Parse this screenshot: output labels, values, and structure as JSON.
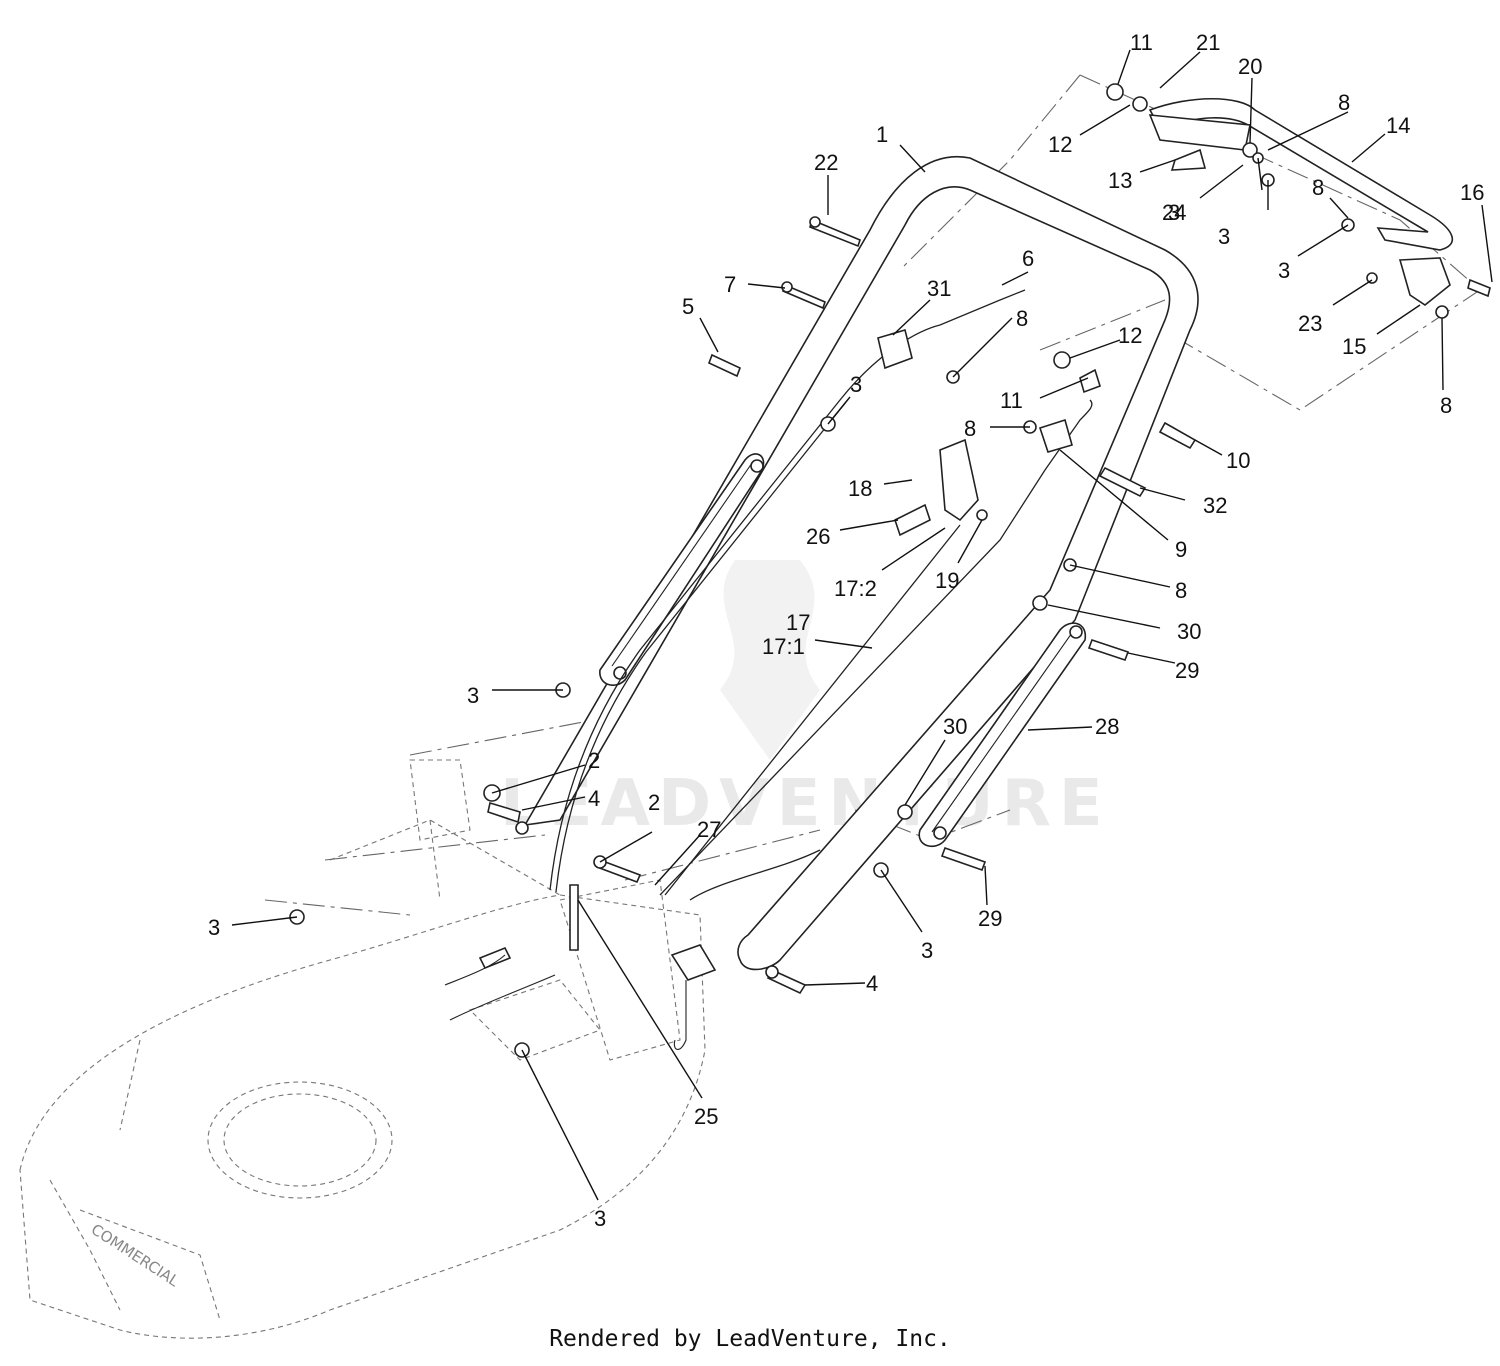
{
  "diagram": {
    "callouts": [
      "1",
      "2",
      "2",
      "3",
      "3",
      "3",
      "3",
      "3",
      "3",
      "3",
      "3",
      "4",
      "4",
      "5",
      "6",
      "7",
      "8",
      "8",
      "8",
      "8",
      "8",
      "8",
      "9",
      "10",
      "11",
      "11",
      "12",
      "12",
      "13",
      "14",
      "15",
      "16",
      "17",
      "17:1",
      "17:2",
      "18",
      "19",
      "20",
      "21",
      "22",
      "23",
      "24",
      "25",
      "26",
      "27",
      "28",
      "29",
      "29",
      "30",
      "30",
      "31",
      "32"
    ],
    "deck_brand": "COMMERCIAL",
    "watermark": "LEADVENTURE"
  },
  "footer": {
    "credit": "Rendered by LeadVenture, Inc."
  }
}
